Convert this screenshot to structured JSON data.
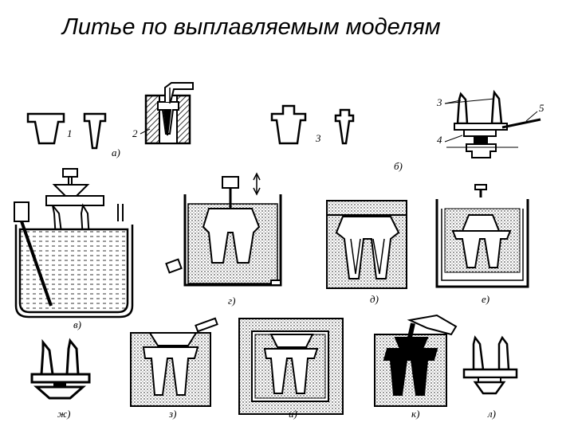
{
  "title": "Литье по выплавляемым моделям",
  "numbers": [
    "1",
    "2",
    "3",
    "3",
    "4",
    "5"
  ],
  "stage_labels": [
    "а)",
    "б)",
    "в)",
    "г)",
    "д)",
    "е)",
    "ж)",
    "з)",
    "и)",
    "к)",
    "л)"
  ],
  "colors": {
    "ink": "#000000",
    "background": "#ffffff"
  }
}
